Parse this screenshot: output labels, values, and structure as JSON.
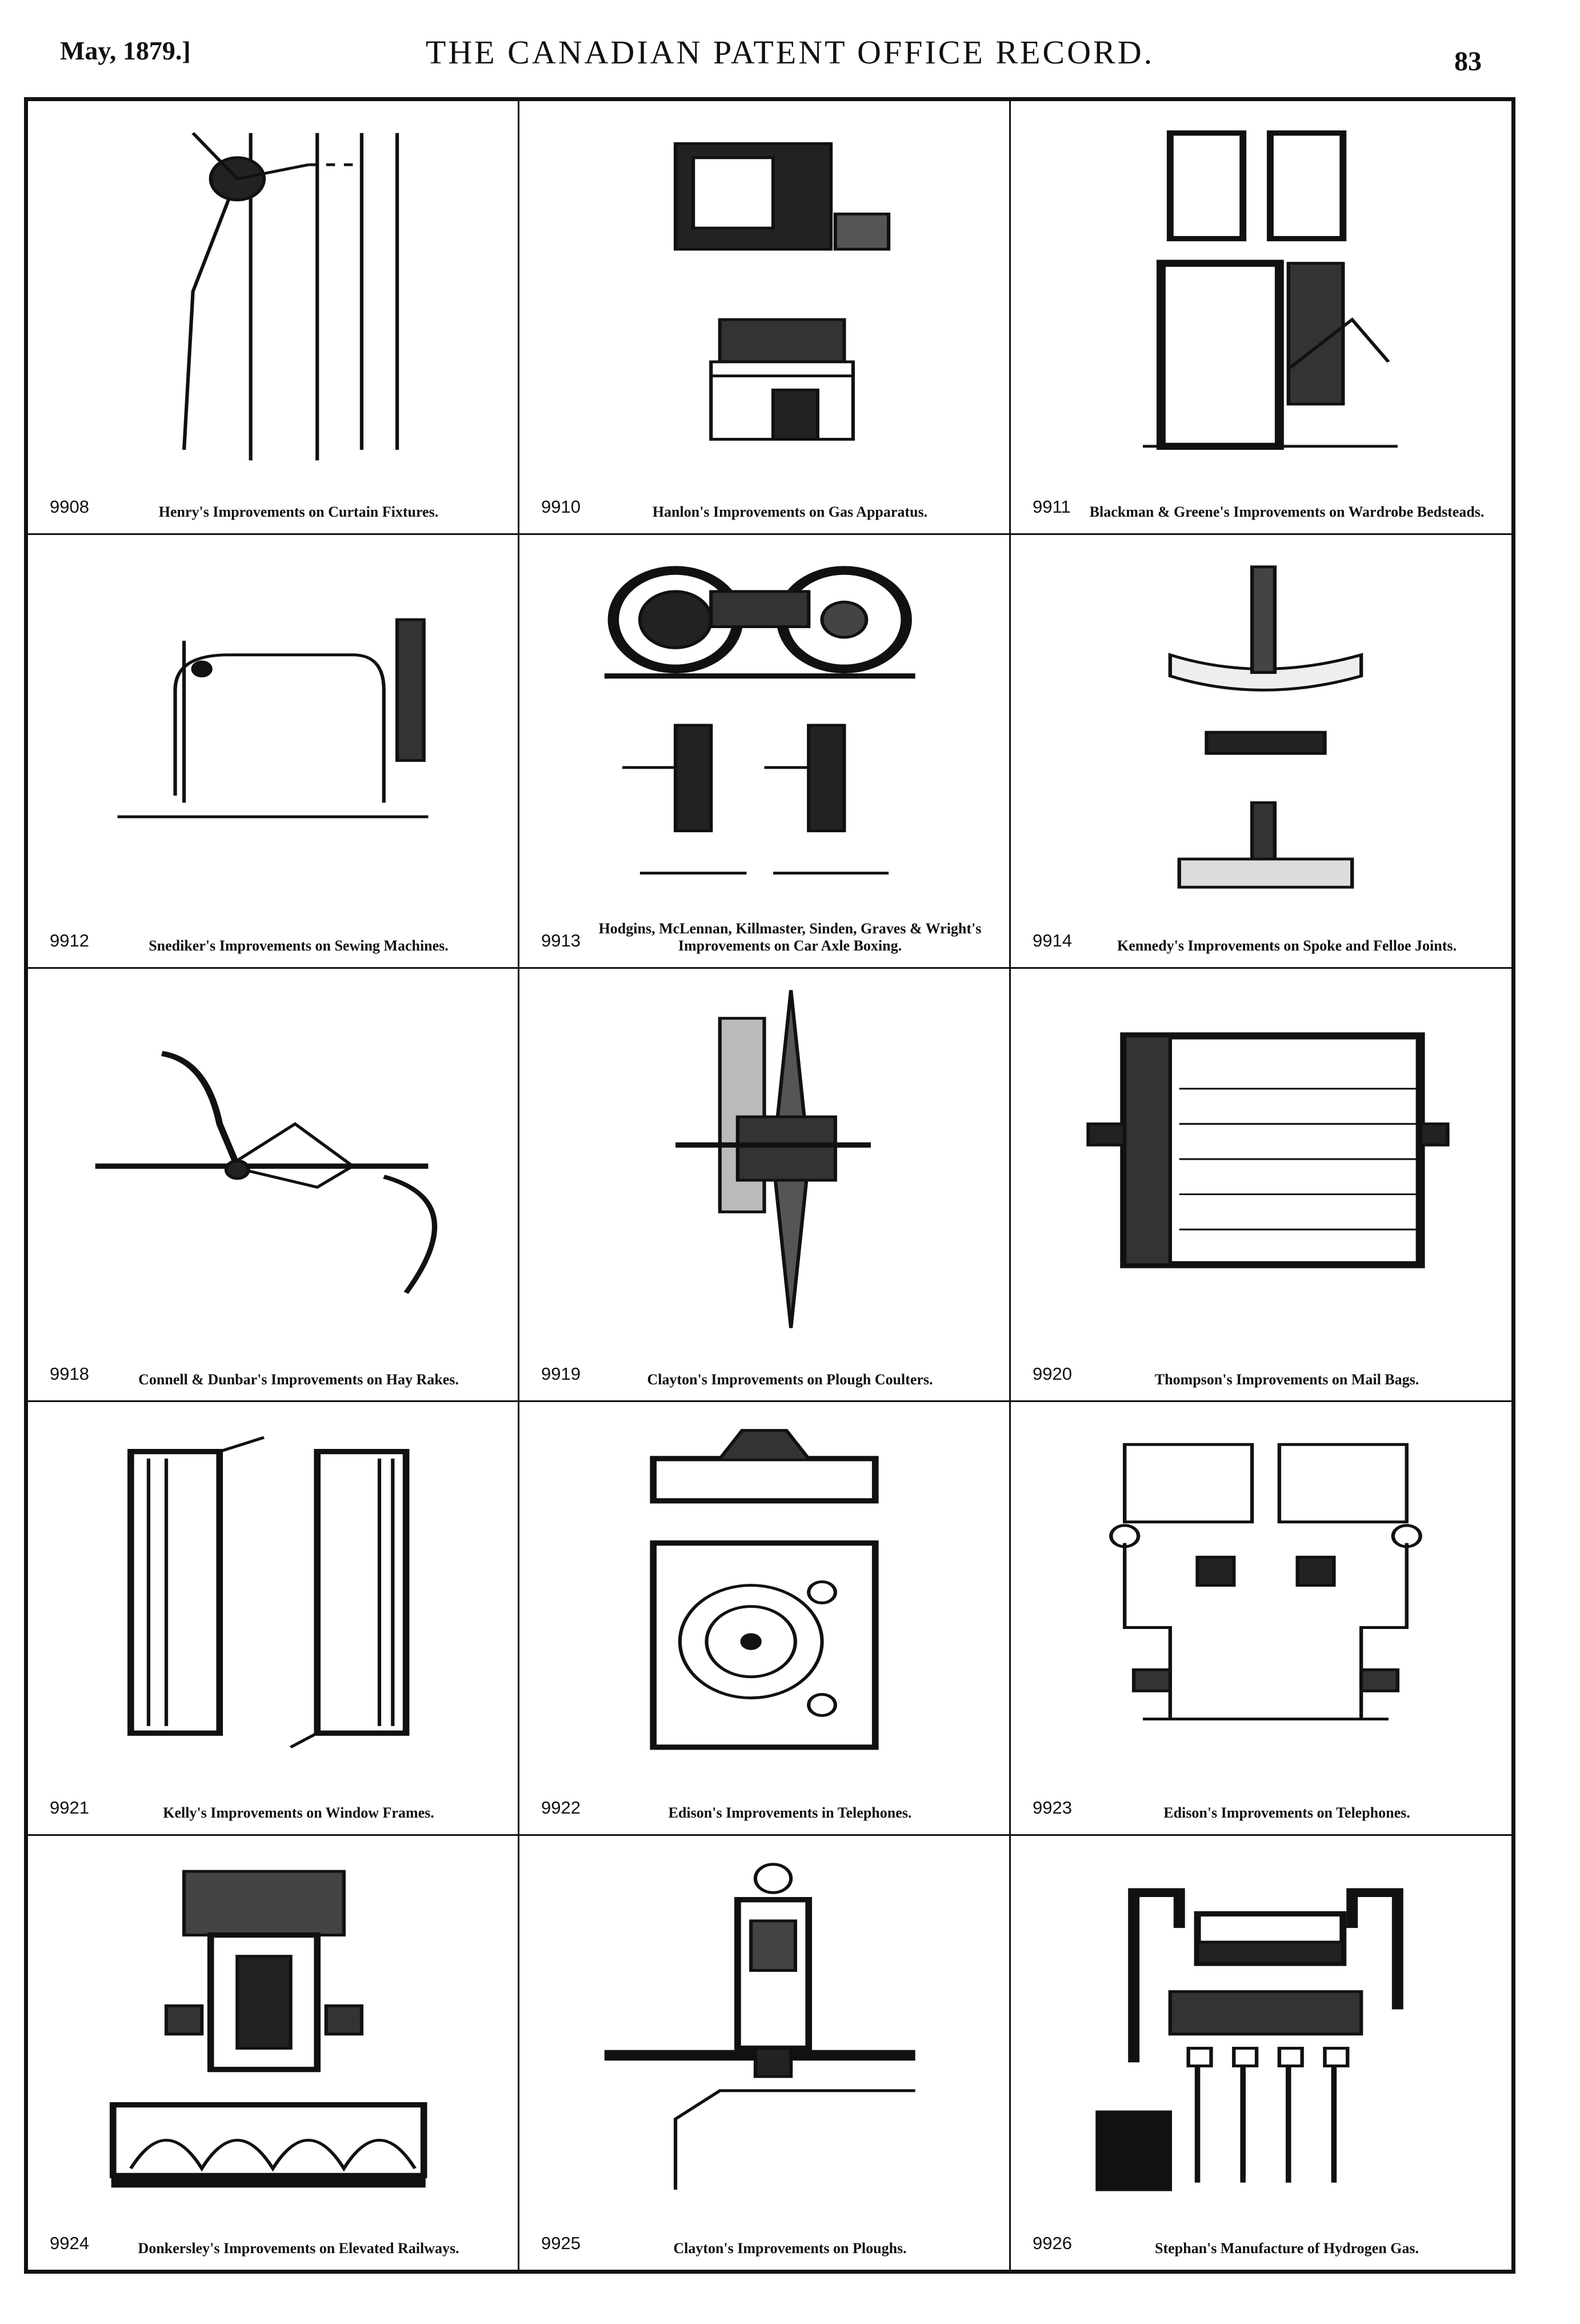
{
  "header": {
    "date": "May, 1879.]",
    "title": "THE CANADIAN PATENT OFFICE RECORD.",
    "page_number": "83"
  },
  "patents": [
    {
      "number": "9908",
      "caption": "Henry's Improvements on Curtain Fixtures."
    },
    {
      "number": "9910",
      "caption": "Hanlon's Improvements on Gas Apparatus."
    },
    {
      "number": "9911",
      "caption": "Blackman & Greene's Improvements on Wardrobe Bedsteads."
    },
    {
      "number": "9912",
      "caption": "Snediker's Improvements on Sewing Machines."
    },
    {
      "number": "9913",
      "caption": "Hodgins, McLennan, Killmaster, Sinden, Graves & Wright's Improvements on Car Axle Boxing."
    },
    {
      "number": "9914",
      "caption": "Kennedy's Improvements on Spoke and Felloe Joints."
    },
    {
      "number": "9918",
      "caption": "Connell & Dunbar's Improvements on Hay Rakes."
    },
    {
      "number": "9919",
      "caption": "Clayton's Improvements on Plough Coulters."
    },
    {
      "number": "9920",
      "caption": "Thompson's Improvements on Mail Bags."
    },
    {
      "number": "9921",
      "caption": "Kelly's Improvements on Window Frames."
    },
    {
      "number": "9922",
      "caption": "Edison's Improvements in Telephones."
    },
    {
      "number": "9923",
      "caption": "Edison's Improvements on Telephones."
    },
    {
      "number": "9924",
      "caption": "Donkersley's Improvements on Elevated Railways."
    },
    {
      "number": "9925",
      "caption": "Clayton's Improvements on Ploughs."
    },
    {
      "number": "9926",
      "caption": "Stephan's Manufacture of Hydrogen Gas."
    }
  ]
}
